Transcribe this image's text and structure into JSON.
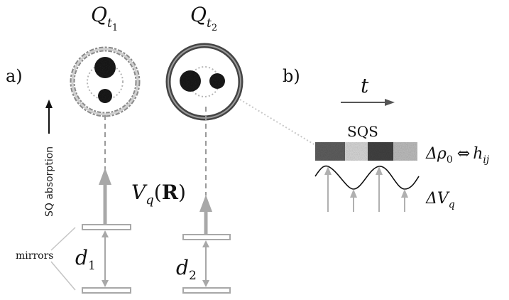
{
  "panel_labels": {
    "a": "a)",
    "b": "b)"
  },
  "q_labels": [
    {
      "base": "Q",
      "sub": "t",
      "subsub": "1"
    },
    {
      "base": "Q",
      "sub": "t",
      "subsub": "2"
    }
  ],
  "axis_label": "SQ absorption",
  "mirrors_label": "mirrors",
  "potential_label": {
    "main": "V",
    "sub": "q",
    "paren_open": "(",
    "bold": "R",
    "paren_close": ")"
  },
  "distances": [
    {
      "base": "d",
      "sub": "1"
    },
    {
      "base": "d",
      "sub": "2"
    }
  ],
  "time_label": "t",
  "sqs_label": "SQS",
  "equation": {
    "lhs": "Δρ",
    "lhs_sub": "0",
    "arrow": "⇔",
    "rhs": "h",
    "rhs_sub": "ij"
  },
  "delta_v": {
    "main": "ΔV",
    "sub": "q"
  },
  "colors": {
    "line": "#9a9a9a",
    "dark": "#1b1b1b",
    "ink": "#111111"
  }
}
